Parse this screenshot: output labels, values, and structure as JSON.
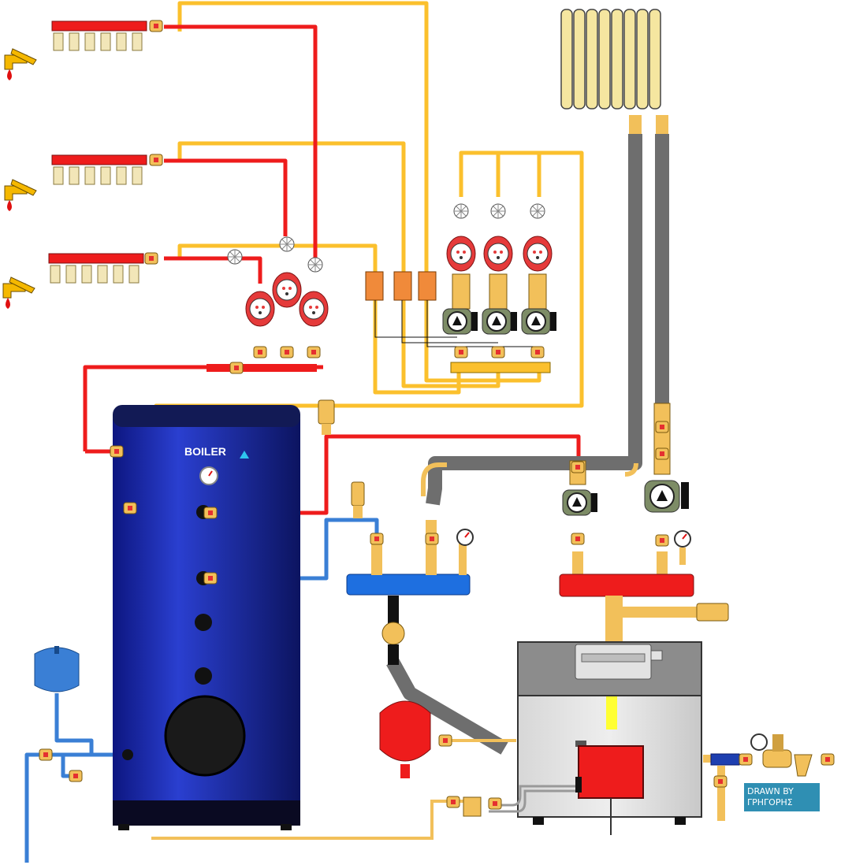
{
  "tank": {
    "label": "BOILER"
  },
  "badge": {
    "line1": "DRAWN BY",
    "line2": "ΓΡΗΓΟΡΗΣ"
  },
  "colors": {
    "hot": "#ee1c1c",
    "cold": "#3a7fd5",
    "recirc": "#fbc02d",
    "tank": "#1b2fb0",
    "brass": "#f2c05a",
    "insulation": "#7a7a7a"
  },
  "icons": [
    "faucet-icon",
    "manifold-icon",
    "pump-icon",
    "ball-valve-icon",
    "thermometer-icon",
    "pressure-gauge-icon",
    "radiator-icon",
    "expansion-vessel-icon",
    "burner-icon",
    "air-vent-icon",
    "zone-valve-icon",
    "pressure-reducer-icon"
  ]
}
